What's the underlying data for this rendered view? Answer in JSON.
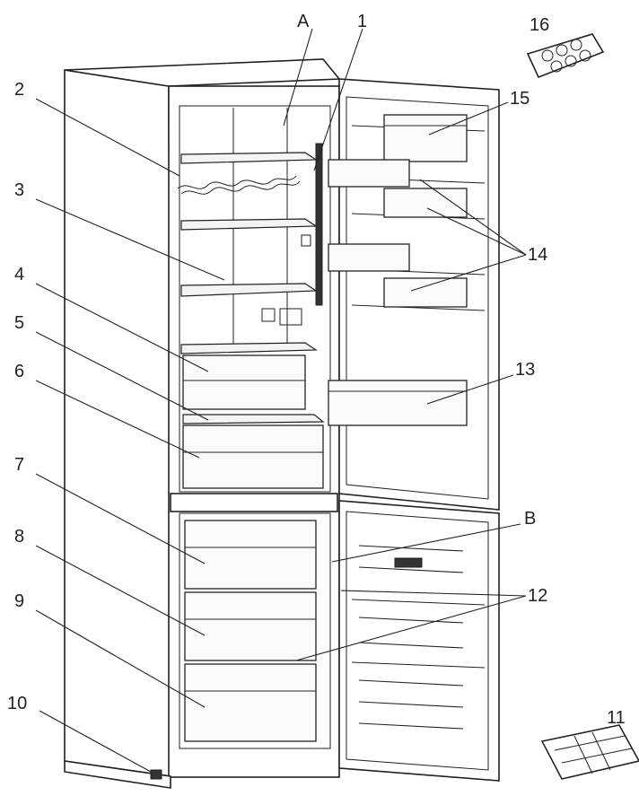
{
  "labels": {
    "A": "A",
    "B": "B",
    "n1": "1",
    "n2": "2",
    "n3": "3",
    "n4": "4",
    "n5": "5",
    "n6": "6",
    "n7": "7",
    "n8": "8",
    "n9": "9",
    "n10": "10",
    "n11": "11",
    "n12": "12",
    "n13": "13",
    "n14": "14",
    "n15": "15",
    "n16": "16"
  }
}
